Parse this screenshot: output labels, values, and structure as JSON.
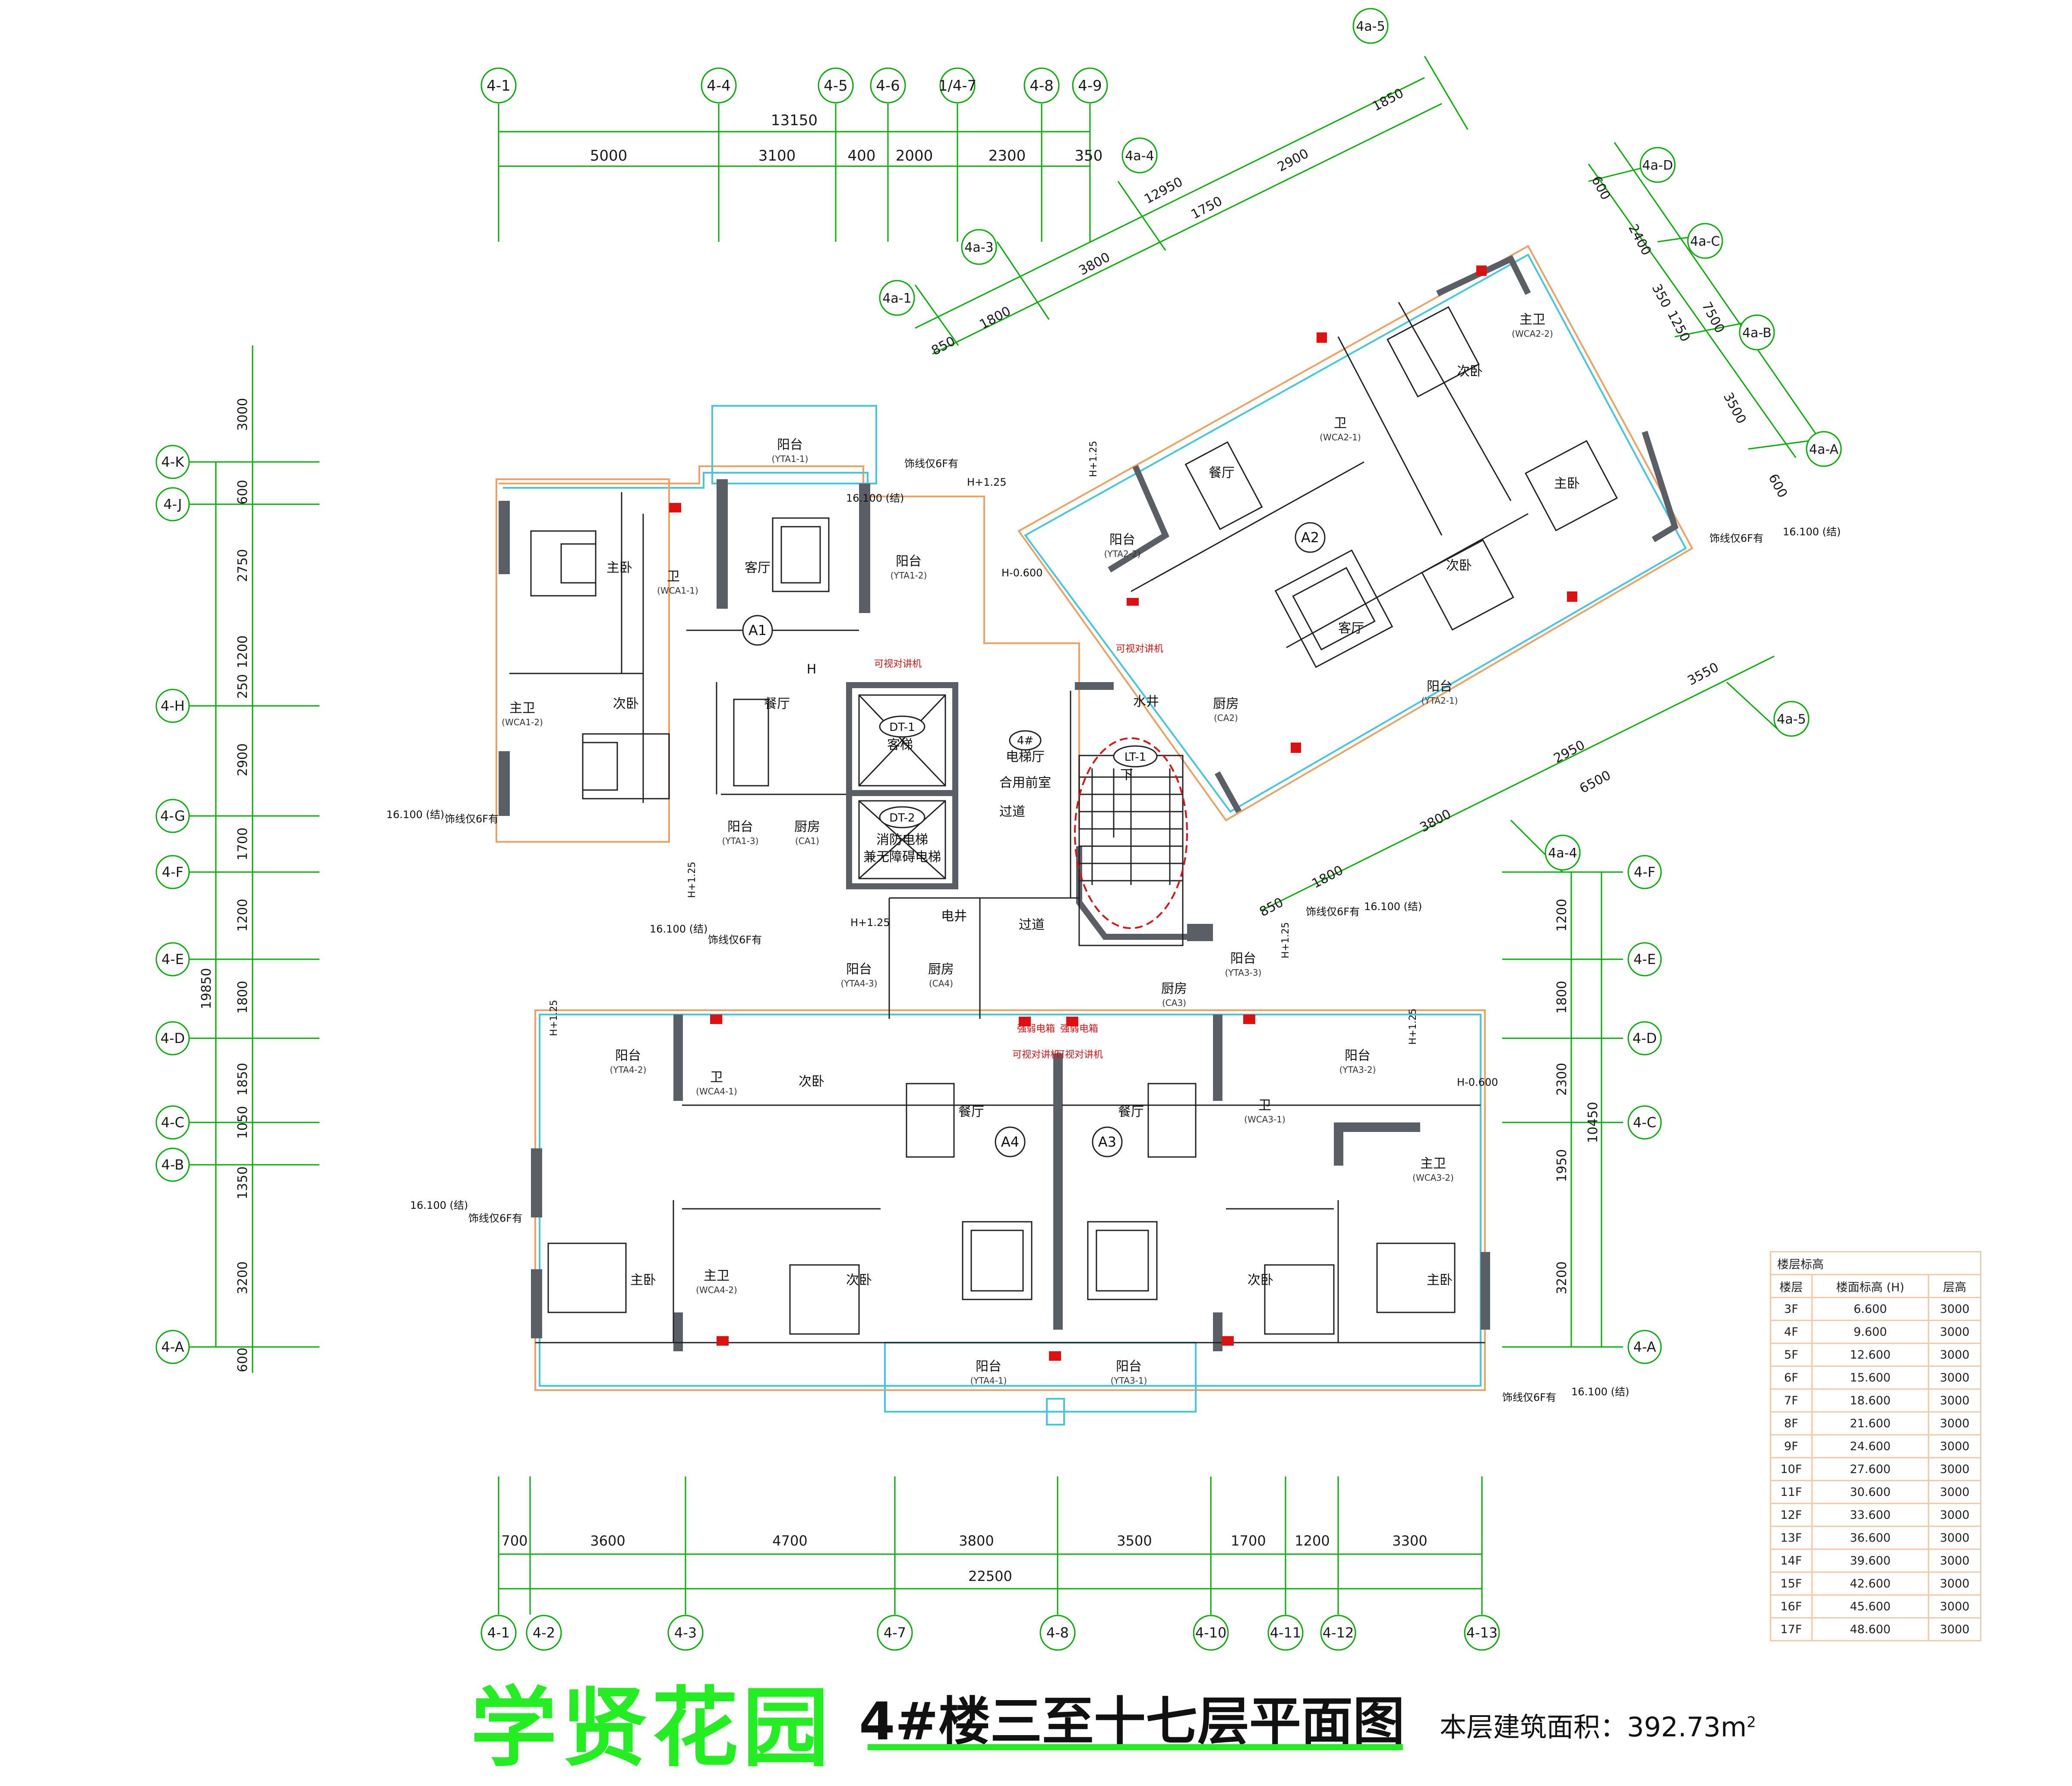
{
  "title": "学贤花园",
  "subtitle": "4#楼三至十七层平面图",
  "area": {
    "label": "本层建筑面积：",
    "value": "392.73",
    "unit": "m"
  },
  "grid_top": [
    "4-1",
    "4-4",
    "4-5",
    "4-6",
    "1/4-7",
    "4-8",
    "4-9"
  ],
  "grid_bottom": [
    "4-1",
    "4-2",
    "4-3",
    "4-7",
    "4-8",
    "4-10",
    "4-11",
    "4-12",
    "4-13"
  ],
  "grid_left": [
    "4-K",
    "4-J",
    "4-H",
    "4-G",
    "4-F",
    "4-E",
    "4-D",
    "4-C",
    "4-B",
    "4-A"
  ],
  "grid_right": [
    "4-F",
    "4-E",
    "4-D",
    "4-C",
    "4-A"
  ],
  "grid_rot": [
    "4a-5",
    "4a-4",
    "4a-3",
    "4a-1",
    "4a-D",
    "4a-C",
    "4a-B",
    "4a-A",
    "4a-5",
    "4a-4"
  ],
  "dims_top": {
    "total": "13150",
    "segs": [
      "5000",
      "3100",
      "400",
      "2000",
      "2300",
      "350"
    ]
  },
  "dims_bottom": {
    "total": "22500",
    "segs": [
      "700",
      "3600",
      "4700",
      "3800",
      "3500",
      "1700",
      "1200",
      "3300"
    ]
  },
  "dims_left": {
    "total": "19850",
    "segs": [
      "3000",
      "600",
      "2750",
      "1200",
      "250",
      "2900",
      "1700",
      "1200",
      "1800",
      "1850",
      "1050",
      "1350",
      "3200",
      "600"
    ]
  },
  "dims_right": {
    "total": "10450",
    "segs": [
      "1200",
      "1800",
      "2300",
      "1950",
      "3200"
    ]
  },
  "dims_rot_top": {
    "total": "12950",
    "segs": [
      "850",
      "1800",
      "3800",
      "1750",
      "2900",
      "1850"
    ]
  },
  "dims_rot_right": {
    "total": "7500",
    "segs": [
      "600",
      "2400",
      "350",
      "1250",
      "3500",
      "600"
    ]
  },
  "dims_rot_bottom": {
    "total": "6500",
    "segs": [
      "3550",
      "2950",
      "3800",
      "1800",
      "850"
    ]
  },
  "units": [
    "A1",
    "A2",
    "A3",
    "A4"
  ],
  "rooms": [
    "主卧",
    "次卧",
    "客厅",
    "餐厅",
    "厨房",
    "阳台",
    "主卫",
    "卫",
    "电梯厅",
    "合用前室",
    "电井",
    "过道",
    "水井",
    "客梯",
    "消防电梯",
    "兼无障碍电梯",
    "下",
    "H"
  ],
  "room_codes": [
    "(YTA1-1)",
    "(YTA1-2)",
    "(YTA1-3)",
    "(WCA1-1)",
    "(WCA1-2)",
    "(CA1)",
    "(YTA2-1)",
    "(YTA2-2)",
    "(WCA2-1)",
    "(WCA2-2)",
    "(CA2)",
    "(YTA3-1)",
    "(YTA3-2)",
    "(YTA3-3)",
    "(WCA3-1)",
    "(WCA3-2)",
    "(CA3)",
    "(YTA4-1)",
    "(YTA4-2)",
    "(YTA4-3)",
    "(WCA4-1)",
    "(WCA4-2)",
    "(CA4)"
  ],
  "core": {
    "building": "4#",
    "elev1": "DT-1",
    "elev2": "DT-2",
    "stair": "LT-1"
  },
  "notes": [
    "饰线仅6F有",
    "16.100 (结)",
    "H+1.25",
    "H-0.600",
    "可视对讲机",
    "强弱电箱"
  ],
  "floor_table": {
    "title": "楼层标高",
    "headers": [
      "楼层",
      "楼面标高 (H)",
      "层高"
    ],
    "rows": [
      [
        "3F",
        "6.600",
        "3000"
      ],
      [
        "4F",
        "9.600",
        "3000"
      ],
      [
        "5F",
        "12.600",
        "3000"
      ],
      [
        "6F",
        "15.600",
        "3000"
      ],
      [
        "7F",
        "18.600",
        "3000"
      ],
      [
        "8F",
        "21.600",
        "3000"
      ],
      [
        "9F",
        "24.600",
        "3000"
      ],
      [
        "10F",
        "27.600",
        "3000"
      ],
      [
        "11F",
        "30.600",
        "3000"
      ],
      [
        "12F",
        "33.600",
        "3000"
      ],
      [
        "13F",
        "36.600",
        "3000"
      ],
      [
        "14F",
        "39.600",
        "3000"
      ],
      [
        "15F",
        "42.600",
        "3000"
      ],
      [
        "16F",
        "45.600",
        "3000"
      ],
      [
        "17F",
        "48.600",
        "3000"
      ]
    ]
  },
  "colors": {
    "grid": "#00c000",
    "wall": "#5a5f66",
    "red": "#e01010",
    "orange": "#f0a060",
    "cyan": "#40c8e0",
    "title": "#22ee22"
  }
}
